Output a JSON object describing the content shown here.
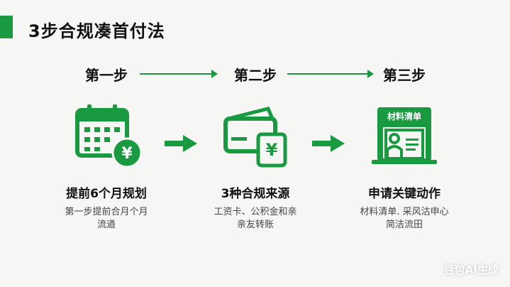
{
  "title": "3步合规凑首付法",
  "steps": [
    "第一步",
    "第二步",
    "第三步"
  ],
  "cards": [
    {
      "icon": "calendar-yen-icon",
      "heading": "提前6个月规划",
      "desc1": "第一步提前合月个月",
      "desc2": "流遒"
    },
    {
      "icon": "wallet-yen-icon",
      "heading": "3种合规来源",
      "desc1": "工资卡、公积金和亲",
      "desc2": "亲友转账"
    },
    {
      "icon": "materials-list-icon",
      "heading": "申请关键动作",
      "desc1": "材料清单. 采风沽申心",
      "desc2": "简洁流田",
      "badge": "材料清单"
    }
  ],
  "watermark": "豆包AI生成",
  "accent": "#1a9a40"
}
